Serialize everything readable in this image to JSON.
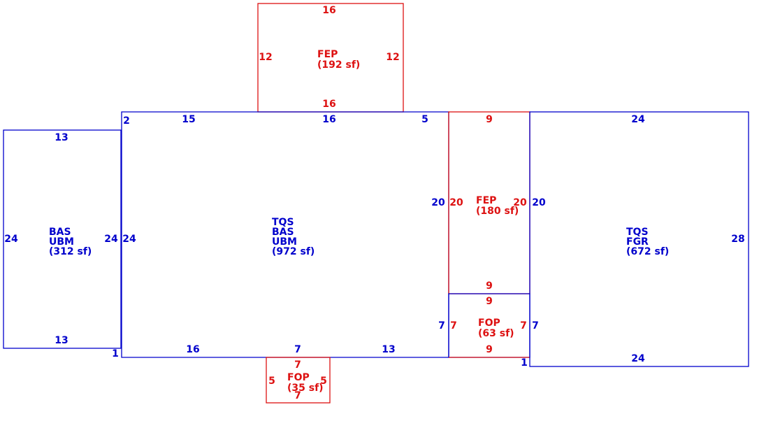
{
  "colors": {
    "living": "#0000cc",
    "porch": "#dd1111"
  },
  "areas": {
    "bas_left": {
      "lines": [
        "BAS",
        "UBM",
        "(312 sf)"
      ]
    },
    "main": {
      "lines": [
        "TQS",
        "BAS",
        "UBM",
        "(972 sf)"
      ]
    },
    "garage": {
      "lines": [
        "TQS",
        "FGR",
        "(672 sf)"
      ]
    },
    "fep_top": {
      "lines": [
        "FEP",
        "(192 sf)"
      ]
    },
    "fep_right": {
      "lines": [
        "FEP",
        "(180 sf)"
      ]
    },
    "fop_right": {
      "lines": [
        "FOP",
        "(63 sf)"
      ]
    },
    "fop_bottom": {
      "lines": [
        "FOP",
        "(35 sf)"
      ]
    }
  },
  "dims": {
    "fep_top": {
      "top": "16",
      "bottom": "16",
      "left": "12",
      "right": "12"
    },
    "bas_left": {
      "top": "13",
      "bottom": "13",
      "left": "24",
      "right": "24"
    },
    "main": {
      "step": "2",
      "top_a": "15",
      "top_b": "16",
      "top_c": "5",
      "left": "24",
      "right": "20",
      "right_low": "7",
      "bottom_a": "16",
      "bottom_b": "7",
      "bottom_c": "13",
      "corner": "1"
    },
    "fep_right": {
      "top": "9",
      "bottom": "9",
      "left": "20",
      "right": "20"
    },
    "fop_right": {
      "top": "9",
      "bottom": "9",
      "left": "7",
      "right": "7"
    },
    "garage": {
      "top": "24",
      "bottom": "24",
      "left": "20",
      "left_low": "7",
      "right": "28",
      "corner": "1"
    },
    "fop_bottom": {
      "top": "7",
      "bottom": "7",
      "left": "5",
      "right": "5"
    }
  }
}
